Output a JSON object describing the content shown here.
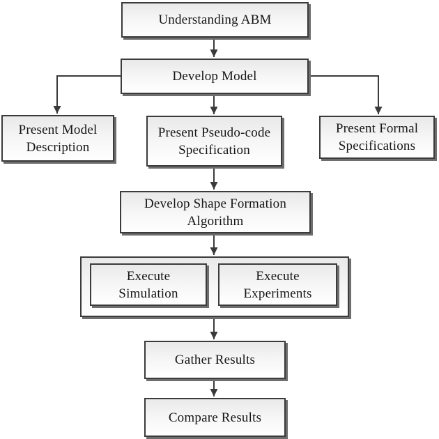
{
  "diagram": {
    "background": "#ffffff",
    "line_color": "#3a3a3a",
    "box_border_color": "#3b3b3b",
    "box_shadow_color": "#6e6e6e",
    "nodes": {
      "understanding_abm": {
        "lines": [
          "Understanding ABM"
        ]
      },
      "develop_model": {
        "lines": [
          "Develop Model"
        ]
      },
      "present_model_description": {
        "lines": [
          "Present Model",
          "Description"
        ]
      },
      "present_pseudocode_specification": {
        "lines": [
          "Present Pseudo-code",
          "Specification"
        ]
      },
      "present_formal_specifications": {
        "lines": [
          "Present Formal",
          "Specifications"
        ]
      },
      "develop_shape_formation_algorithm": {
        "lines": [
          "Develop Shape Formation",
          "Algorithm"
        ]
      },
      "execute_simulation": {
        "lines": [
          "Execute",
          "Simulation"
        ]
      },
      "execute_experiments": {
        "lines": [
          "Execute",
          "Experiments"
        ]
      },
      "gather_results": {
        "lines": [
          "Gather Results"
        ]
      },
      "compare_results": {
        "lines": [
          "Compare Results"
        ]
      }
    },
    "edges": [
      {
        "from": "understanding_abm",
        "to": "develop_model"
      },
      {
        "from": "develop_model",
        "to": "present_model_description"
      },
      {
        "from": "develop_model",
        "to": "present_pseudocode_specification"
      },
      {
        "from": "develop_model",
        "to": "present_formal_specifications"
      },
      {
        "from": "present_pseudocode_specification",
        "to": "develop_shape_formation_algorithm"
      },
      {
        "from": "develop_shape_formation_algorithm",
        "to": "execute_group"
      },
      {
        "from": "execute_group",
        "to": "gather_results"
      },
      {
        "from": "gather_results",
        "to": "compare_results"
      }
    ]
  }
}
